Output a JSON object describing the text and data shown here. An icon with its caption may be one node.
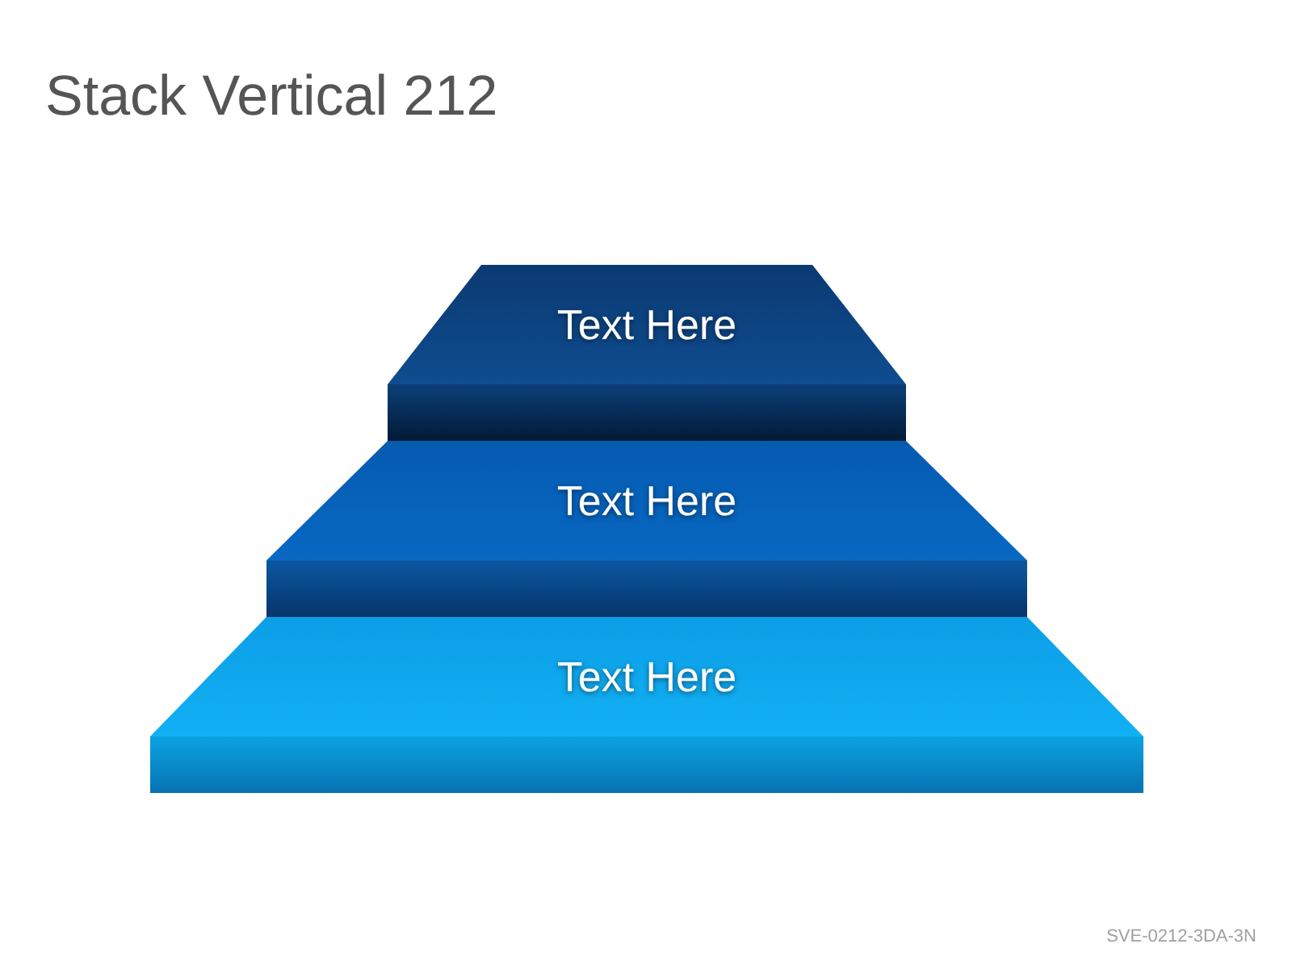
{
  "diagram": {
    "title": "Stack Vertical 212",
    "nodes": [
      {
        "text": [
          "Text Here"
        ]
      },
      {
        "text": [
          "Text Here"
        ]
      },
      {
        "text": [
          "Text Here"
        ]
      }
    ],
    "labels": [
      "SVE-0212-3DA-3N"
    ]
  }
}
